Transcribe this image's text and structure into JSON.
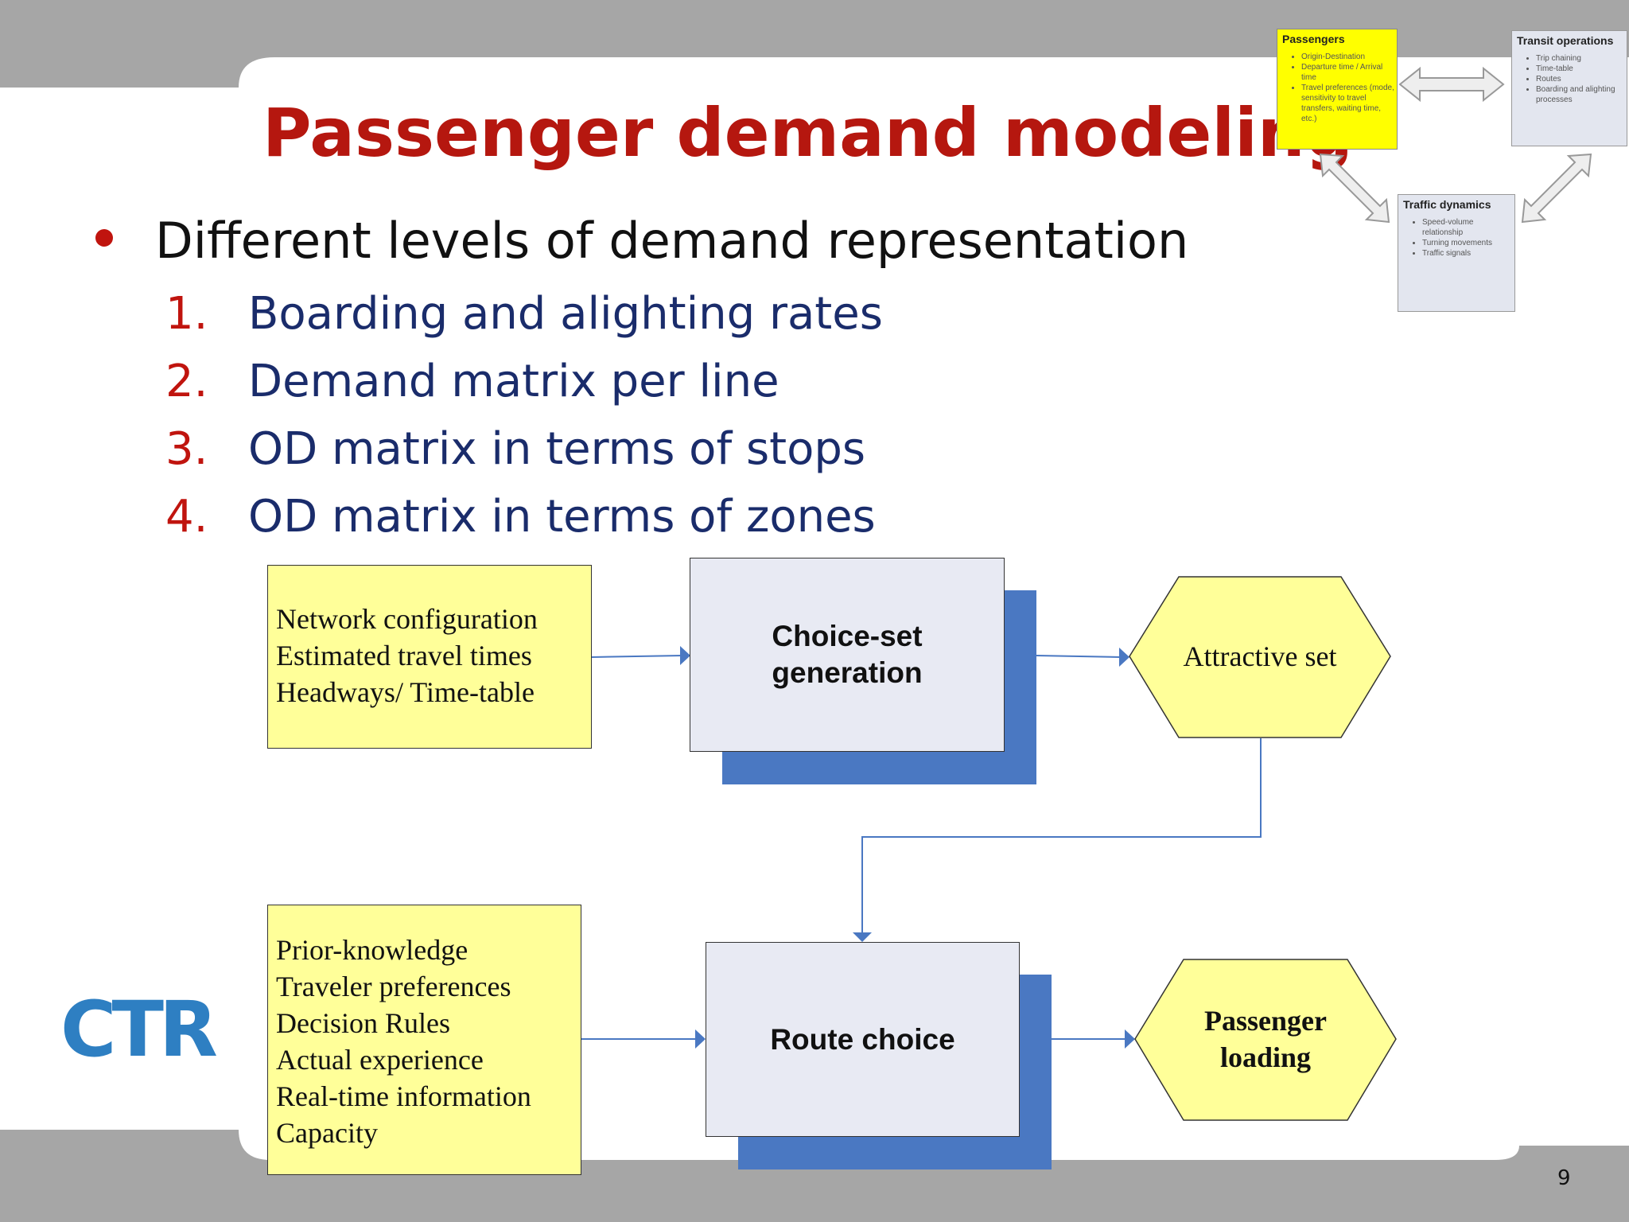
{
  "title": "Passenger demand modeling",
  "bullet": "Different levels of demand representation",
  "levels": [
    {
      "num": "1.",
      "text": "Boarding and alighting rates"
    },
    {
      "num": "2.",
      "text": "Demand matrix per line"
    },
    {
      "num": "3.",
      "text": "OD matrix in terms of stops"
    },
    {
      "num": "4.",
      "text": "OD matrix in terms of zones"
    }
  ],
  "diagram": {
    "inputs_top": [
      "Network configuration",
      "Estimated travel times",
      "Headways/ Time-table"
    ],
    "process_top": [
      "Choice-set",
      "generation"
    ],
    "output_top": "Attractive set",
    "inputs_bottom": [
      "Prior-knowledge",
      "Traveler preferences",
      "Decision Rules",
      "Actual experience",
      "Real-time information",
      "Capacity"
    ],
    "process_bottom": "Route choice",
    "output_bottom": [
      "Passenger",
      "loading"
    ]
  },
  "thumbnail": {
    "passengers": {
      "title": "Passengers",
      "items": [
        "Origin-Destination",
        "Departure time / Arrival time",
        "Travel preferences (mode, sensitivity to travel transfers, waiting time, etc.)"
      ]
    },
    "transit": {
      "title": "Transit operations",
      "items": [
        "Trip chaining",
        "Time-table",
        "Routes",
        "Boarding and alighting processes"
      ]
    },
    "traffic": {
      "title": "Traffic dynamics",
      "items": [
        "Speed-volume relationship",
        "Turning movements",
        "Traffic signals"
      ]
    }
  },
  "logo": "CTR",
  "page_number": "9",
  "colors": {
    "title": "#b5170f",
    "list_text": "#1a2c6b",
    "box_fill": "#ffff99",
    "shadow": "#4a78c2",
    "logo": "#2e7fc2"
  }
}
